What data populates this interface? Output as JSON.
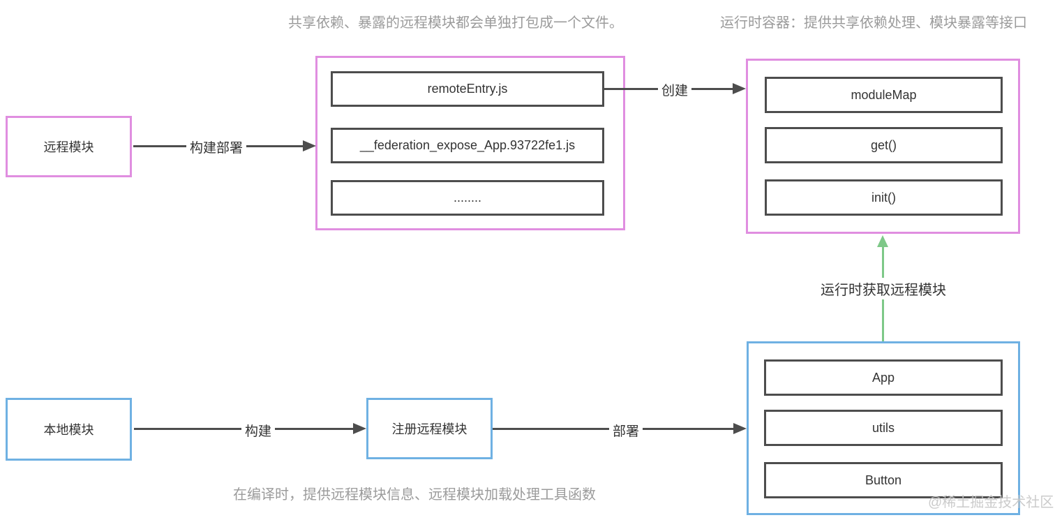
{
  "notes": {
    "top_center": "共享依赖、暴露的远程模块都会单独打包成一个文件。",
    "top_right": "运行时容器：提供共享依赖处理、模块暴露等接口",
    "bottom": "在编译时，提供远程模块信息、远程模块加载处理工具函数"
  },
  "nodes": {
    "remote_module": "远程模块",
    "local_module": "本地模块",
    "register_remote": "注册远程模块"
  },
  "remote_bundle_container": {
    "items": [
      "remoteEntry.js",
      "__federation_expose_App.93722fe1.js",
      "........"
    ]
  },
  "runtime_container": {
    "items": [
      "moduleMap",
      "get()",
      "init()"
    ]
  },
  "local_container": {
    "items": [
      "App",
      "utils",
      "Button"
    ]
  },
  "arrows": {
    "build_deploy": "构建部署",
    "create": "创建",
    "build": "构建",
    "deploy": "部署",
    "runtime_fetch": "运行时获取远程模块"
  },
  "watermark": "@稀土掘金技术社区",
  "colors": {
    "pink": "#e08ee0",
    "blue": "#6fb1e3",
    "green": "#7ec888",
    "dark_border": "#4d4d4d",
    "note_gray": "#9b9b9b",
    "watermark_gray": "#c6c6c6"
  }
}
